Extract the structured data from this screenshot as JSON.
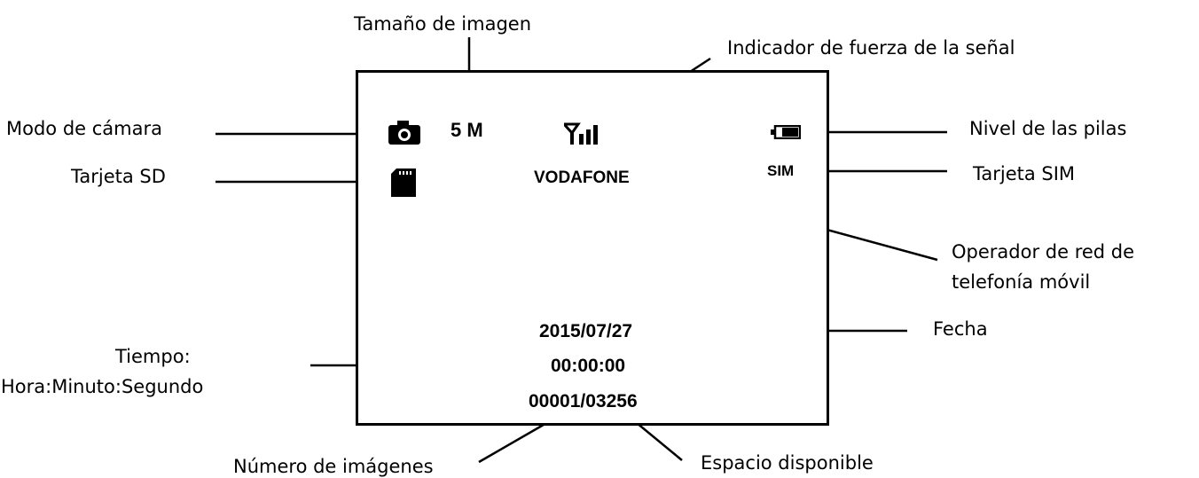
{
  "screen": {
    "image_size": "5 M",
    "operator": "VODAFONE",
    "sim": "SIM",
    "date": "2015/07/27",
    "time": "00:00:00",
    "counter": "00001/03256"
  },
  "labels": {
    "image_size": "Tamaño de imagen",
    "signal": "Indicador de fuerza de la señal",
    "camera_mode": "Modo de cámara",
    "battery": "Nivel de las pilas",
    "sd_card": "Tarjeta SD",
    "sim_card": "Tarjeta SIM",
    "operator_line1": "Operador de red de",
    "operator_line2": "telefonía móvil",
    "date": "Fecha",
    "time_line1": "Tiempo:",
    "time_line2": "Hora:Minuto:Segundo",
    "image_count": "Número de imágenes",
    "space": "Espacio disponible"
  },
  "icons": [
    "camera-icon",
    "sd-card-icon",
    "signal-icon",
    "battery-icon"
  ]
}
